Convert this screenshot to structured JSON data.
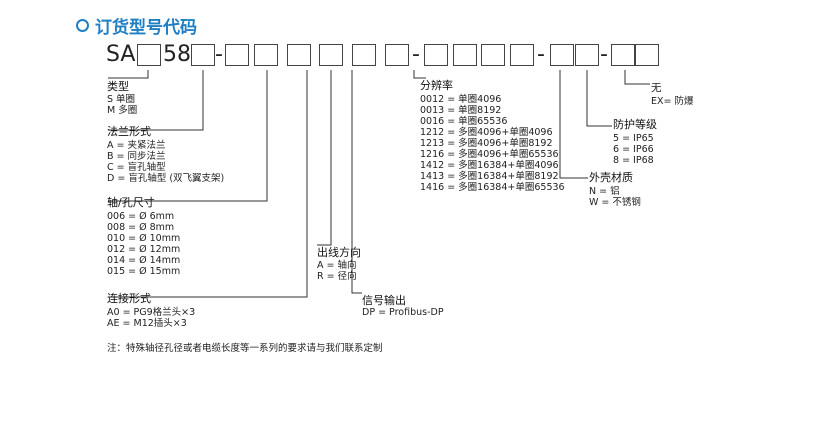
{
  "title": "订货型号代码",
  "code": {
    "prefix": "SA",
    "fixed": "58",
    "dash": "-"
  },
  "groups": {
    "type": {
      "label": "类型",
      "items": [
        "S 单圈",
        "M 多圈"
      ]
    },
    "flange": {
      "label": "法兰形式",
      "items": [
        "A = 夹紧法兰",
        "B = 同步法兰",
        "C = 盲孔轴型",
        "D = 盲孔轴型 (双飞翼支架)"
      ]
    },
    "shaft": {
      "label": "轴/孔尺寸",
      "items": [
        "006 = Ø 6mm",
        "008 = Ø 8mm",
        "010 = Ø 10mm",
        "012 = Ø 12mm",
        "014 = Ø 14mm",
        "015 = Ø 15mm"
      ]
    },
    "connection": {
      "label": "连接形式",
      "items": [
        "A0 = PG9格兰头×3",
        "AE = M12插头×3"
      ]
    },
    "outlet": {
      "label": "出线方向",
      "items": [
        "A = 轴向",
        "R = 径向"
      ]
    },
    "signal": {
      "label": "信号输出",
      "items": [
        "DP = Profibus-DP"
      ]
    },
    "resolution": {
      "label": "分辨率",
      "items": [
        "0012 = 单圈4096",
        "0013 = 单圈8192",
        "0016 = 单圈65536",
        "1212 = 多圈4096+单圈4096",
        "1213 = 多圈4096+单圈8192",
        "1216 = 多圈4096+单圈65536",
        "1412 = 多圈16384+单圈4096",
        "1413 = 多圈16384+单圈8192",
        "1416 = 多圈16384+单圈65536"
      ]
    },
    "housing": {
      "label": "外壳材质",
      "items": [
        "N = 铝",
        "W = 不锈钢"
      ]
    },
    "protection": {
      "label": "防护等级",
      "items": [
        "5 = IP65",
        "6 = IP66",
        "8 = IP68"
      ]
    },
    "explosion": {
      "items": [
        "无",
        "EX= 防爆"
      ]
    }
  },
  "note": "注：特殊轴径孔径或者电缆长度等一系列的要求请与我们联系定制",
  "colors": {
    "accent": "#1f7fc4",
    "line": "#333333"
  }
}
